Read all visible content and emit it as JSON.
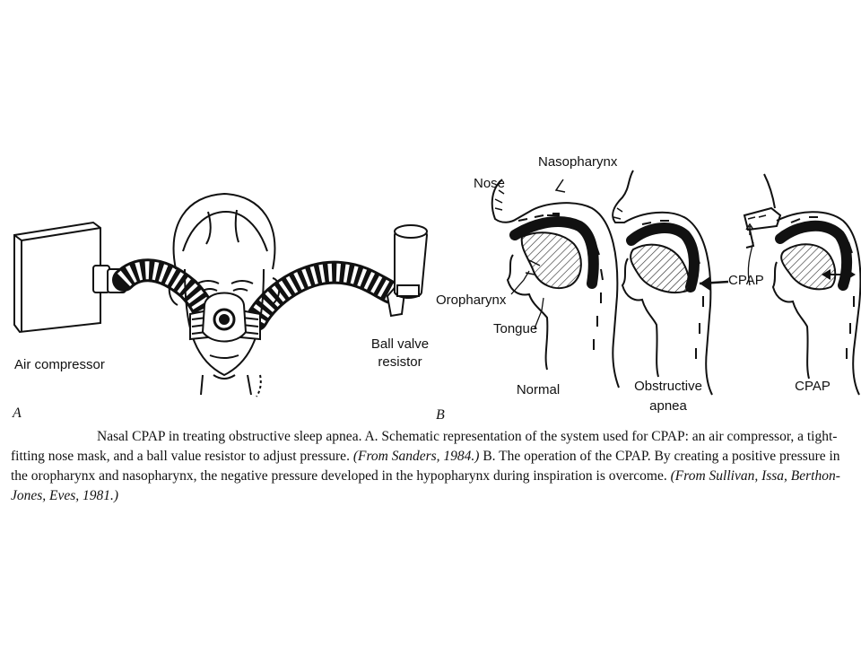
{
  "panel_a": {
    "letter": "A",
    "labels": {
      "air_compressor": "Air compressor",
      "ball_valve_line1": "Ball valve",
      "ball_valve_line2": "resistor"
    }
  },
  "panel_b": {
    "letter": "B",
    "labels": {
      "nasopharynx": "Nasopharynx",
      "nose": "Nose",
      "oropharynx": "Oropharynx",
      "tongue": "Tongue",
      "cpap_arrow": "CPAP"
    },
    "columns": {
      "normal": "Normal",
      "obstructive_line1": "Obstructive",
      "obstructive_line2": "apnea",
      "cpap": "CPAP"
    }
  },
  "caption": {
    "s1": "Nasal CPAP in treating obstructive sleep apnea.  A. Schematic representation of the system used for CPAP: an air compressor, a tight-fitting nose mask, and a ball value resistor to adjust pressure.",
    "cite1": "(From Sanders, 1984.)",
    "s2": "  B. The operation of the CPAP. By creating a positive pressure in the oropharynx and nasopharynx, the negative pressure developed in the hypopharynx during inspiration is overcome.",
    "cite2": "(From Sullivan, Issa, Berthon-Jones, Eves, 1981.)"
  }
}
